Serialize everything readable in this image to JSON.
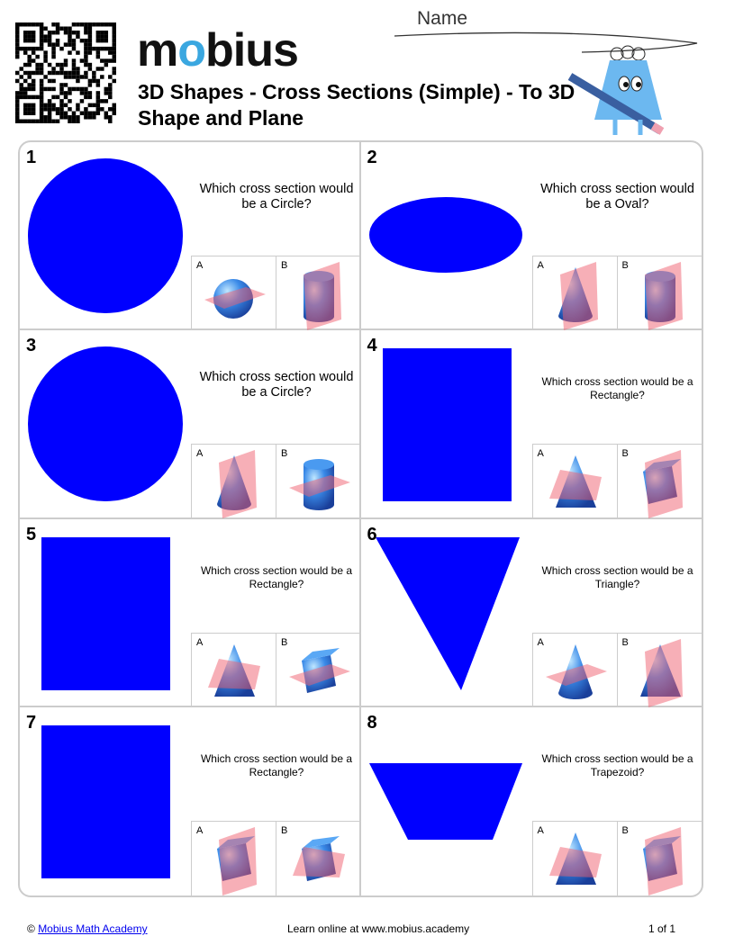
{
  "header": {
    "logo": "mobius",
    "title": "3D Shapes - Cross Sections (Simple) - To 3D Shape and Plane",
    "name_label": "Name"
  },
  "colors": {
    "shape": "#0000ff",
    "solid": "#2f7fe0",
    "plane": "#f06070",
    "border": "#cccccc"
  },
  "questions": [
    {
      "number": "1",
      "shape": "circle",
      "question": "Which cross section would be a Circle?",
      "options": [
        {
          "label": "A",
          "solid": "sphere",
          "plane": "horizontal"
        },
        {
          "label": "B",
          "solid": "cylinder",
          "plane": "vertical"
        }
      ]
    },
    {
      "number": "2",
      "shape": "oval",
      "question": "Which cross section would be a Oval?",
      "options": [
        {
          "label": "A",
          "solid": "cone",
          "plane": "vertical"
        },
        {
          "label": "B",
          "solid": "cylinder",
          "plane": "vertical"
        }
      ]
    },
    {
      "number": "3",
      "shape": "circle",
      "question": "Which cross section would be a Circle?",
      "options": [
        {
          "label": "A",
          "solid": "cone",
          "plane": "vertical"
        },
        {
          "label": "B",
          "solid": "cylinder",
          "plane": "horizontal"
        }
      ]
    },
    {
      "number": "4",
      "shape": "rect",
      "question": "Which cross section would be a Rectangle?",
      "options": [
        {
          "label": "A",
          "solid": "pyramid",
          "plane": "tilted"
        },
        {
          "label": "B",
          "solid": "cube",
          "plane": "vertical"
        }
      ]
    },
    {
      "number": "5",
      "shape": "rect",
      "question": "Which cross section would be a Rectangle?",
      "options": [
        {
          "label": "A",
          "solid": "pyramid",
          "plane": "tilted"
        },
        {
          "label": "B",
          "solid": "cube",
          "plane": "horizontal"
        }
      ]
    },
    {
      "number": "6",
      "shape": "triangle",
      "question": "Which cross section would be a Triangle?",
      "options": [
        {
          "label": "A",
          "solid": "cone",
          "plane": "horizontal"
        },
        {
          "label": "B",
          "solid": "pyramid",
          "plane": "vertical"
        }
      ]
    },
    {
      "number": "7",
      "shape": "rect",
      "question": "Which cross section would be a Rectangle?",
      "options": [
        {
          "label": "A",
          "solid": "cube",
          "plane": "vertical"
        },
        {
          "label": "B",
          "solid": "cube",
          "plane": "tilted"
        }
      ]
    },
    {
      "number": "8",
      "shape": "trapezoid",
      "question": "Which cross section would be a Trapezoid?",
      "options": [
        {
          "label": "A",
          "solid": "pyramid",
          "plane": "tilted"
        },
        {
          "label": "B",
          "solid": "cube",
          "plane": "vertical"
        }
      ]
    }
  ],
  "footer": {
    "copyright": "© ",
    "link": "Mobius Math Academy",
    "center": "Learn online at www.mobius.academy",
    "page": "1 of 1"
  }
}
